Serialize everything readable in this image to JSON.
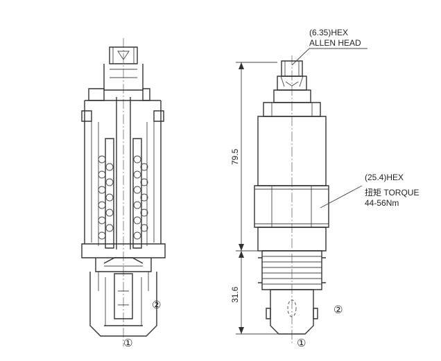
{
  "callouts": {
    "allen_head_line1": "(6.35)HEX",
    "allen_head_line2": "ALLEN HEAD",
    "hex_line1": "(25.4)HEX",
    "hex_line2": "扭矩 TORQUE",
    "hex_line3": "44-56Nm"
  },
  "dimensions": {
    "overall_upper": "79.5",
    "overall_lower": "31.6"
  },
  "ports": {
    "section_port_1": "①",
    "section_port_2": "②",
    "exterior_port_1": "①",
    "exterior_port_2": "②"
  }
}
